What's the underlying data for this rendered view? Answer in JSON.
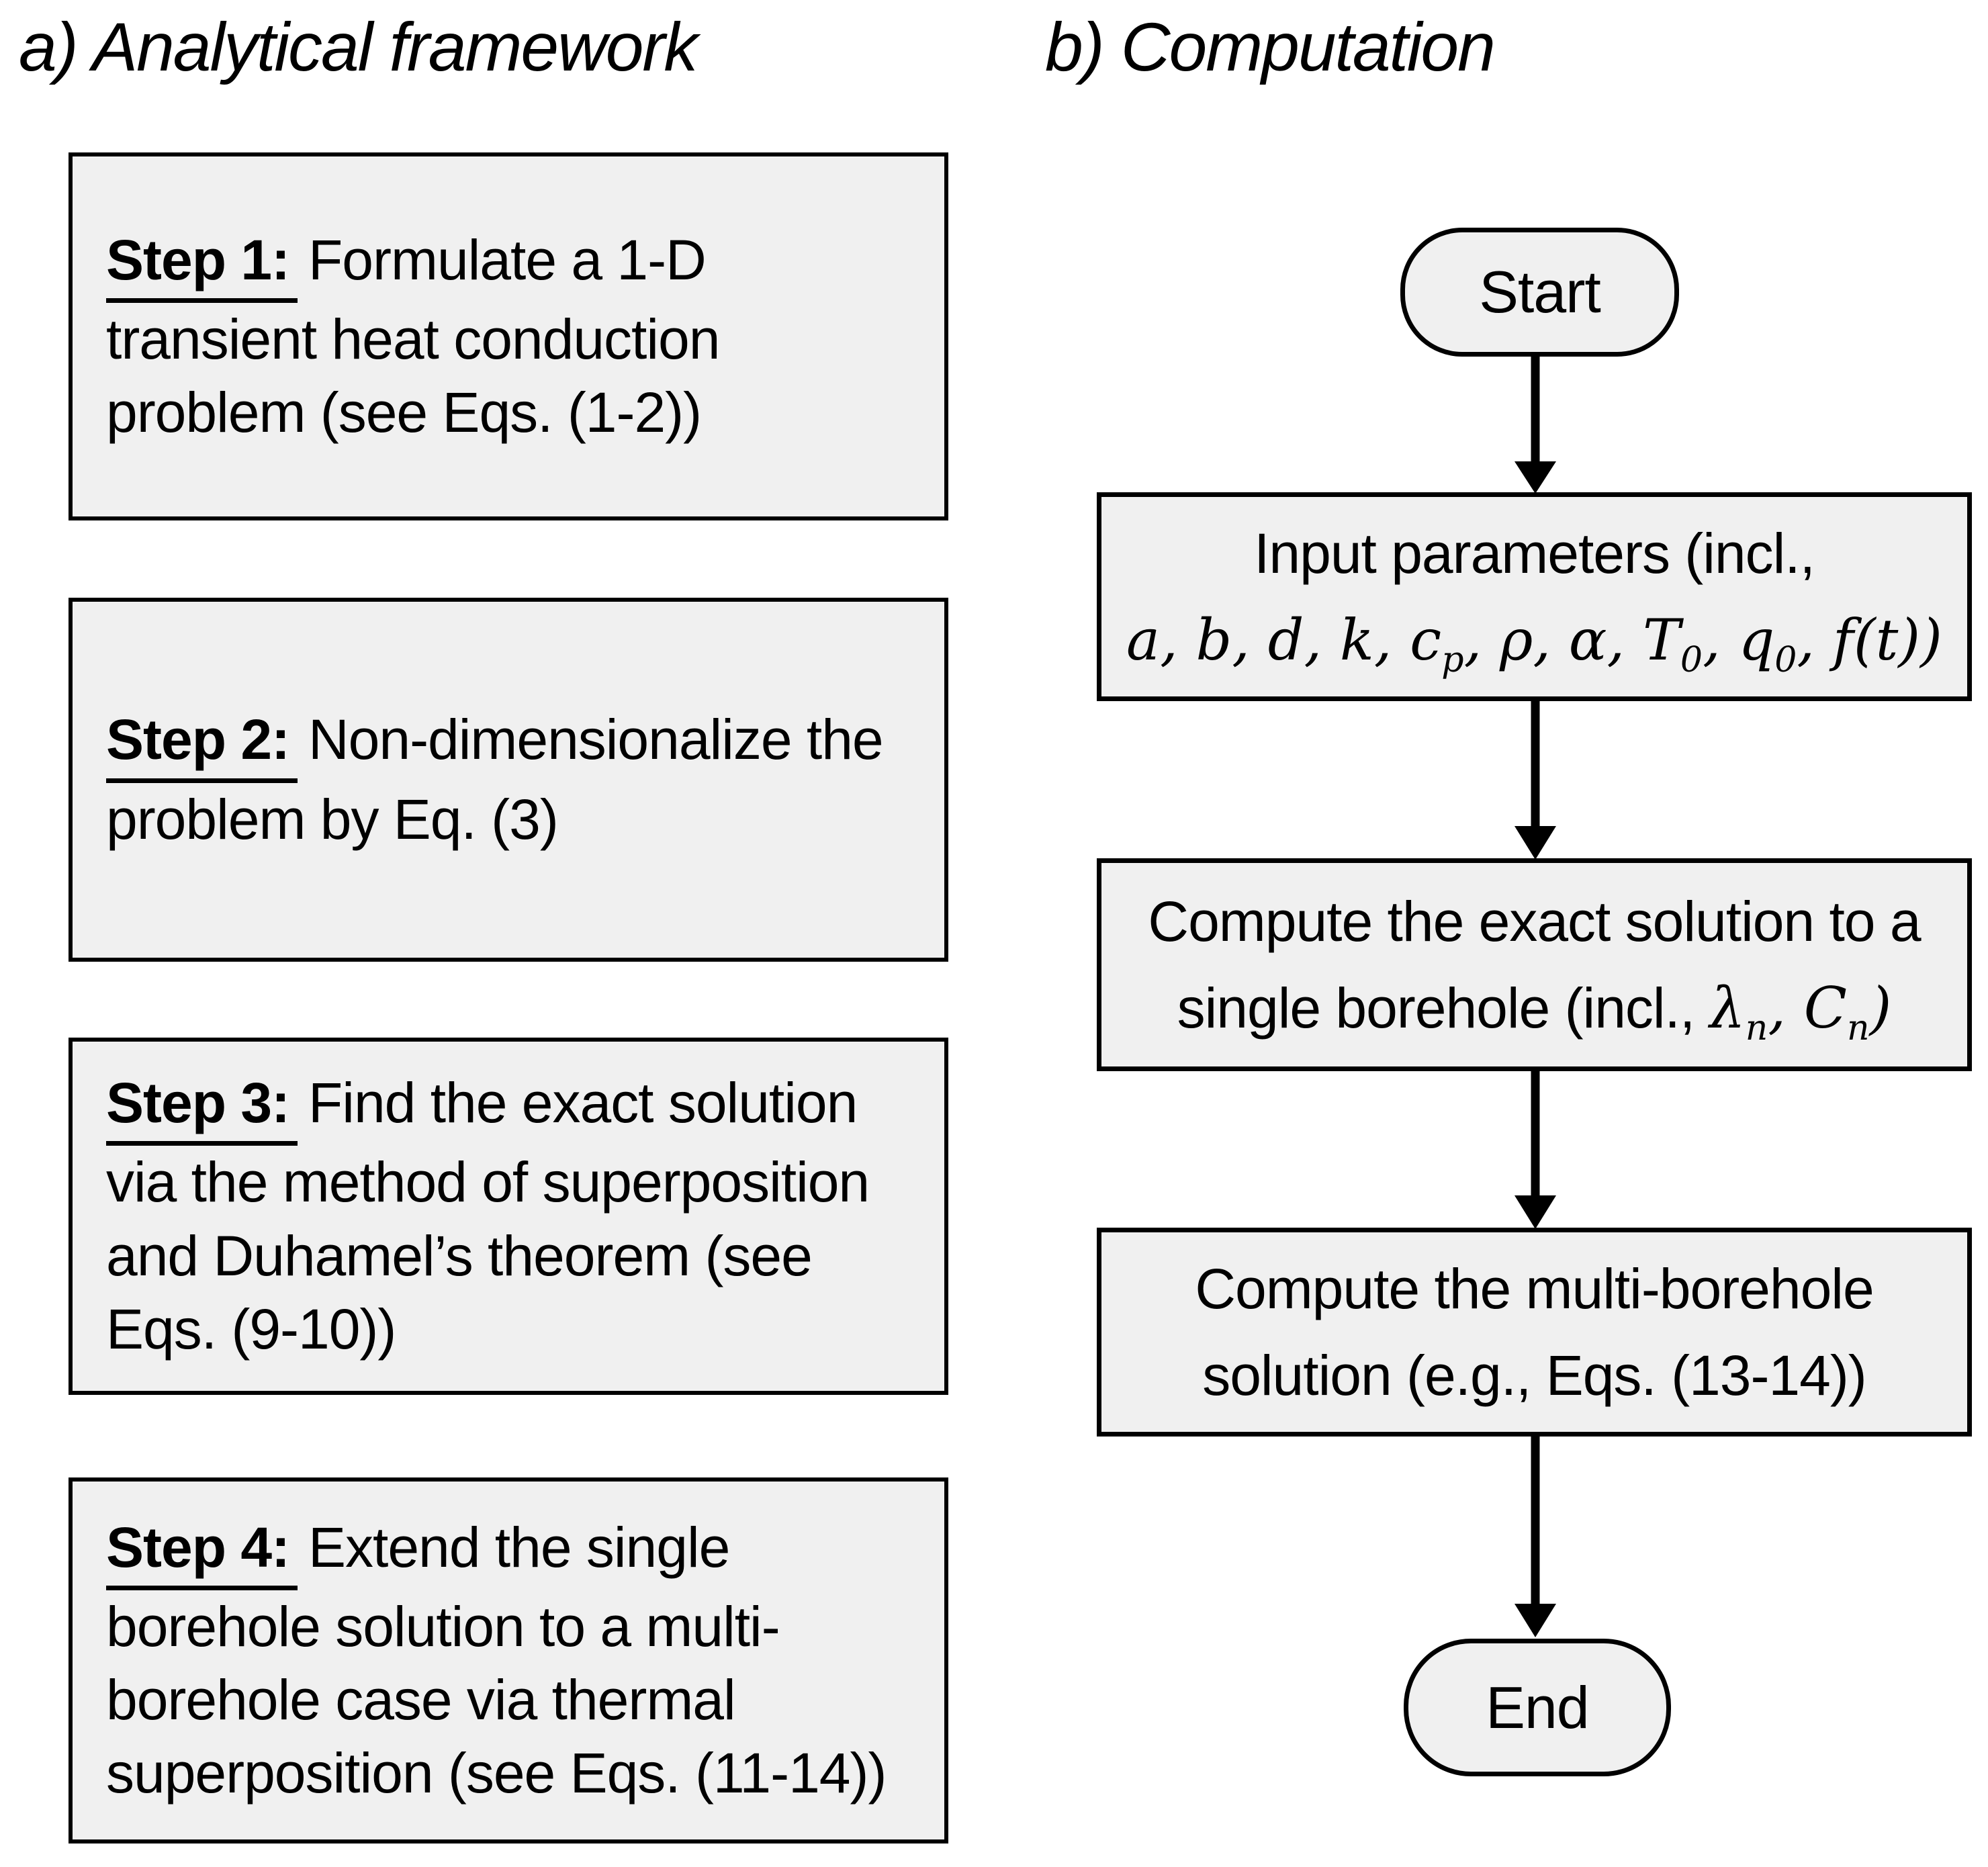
{
  "left_panel": {
    "title": "a) Analytical framework",
    "steps": [
      {
        "label": "Step 1:",
        "text": "Formulate a 1-D transient heat conduction problem (see Eqs. (1-2))"
      },
      {
        "label": "Step 2:",
        "text": "Non-dimensionalize the problem by Eq. (3)"
      },
      {
        "label": "Step 3:",
        "text": "Find the exact solution via the method of superposition and Duhamel’s theorem (see Eqs. (9-10))"
      },
      {
        "label": "Step 4:",
        "text": "Extend the single borehole solution to a multi-borehole case via thermal superposition (see Eqs. (11-14))"
      }
    ]
  },
  "right_panel": {
    "title": "b) Computation",
    "start_label": "Start",
    "end_label": "End",
    "boxes": {
      "input": {
        "lines": [
          [
            {
              "t": "Input parameters (incl.,"
            }
          ],
          [
            {
              "t": "a, b, d, k, c",
              "math": true
            },
            {
              "t": "p",
              "math": true,
              "sub": true
            },
            {
              "t": ", ρ, α, T",
              "math": true
            },
            {
              "t": "0",
              "math": true,
              "sub": true
            },
            {
              "t": ", q",
              "math": true
            },
            {
              "t": "0",
              "math": true,
              "sub": true
            },
            {
              "t": ", f(t))",
              "math": true
            }
          ]
        ]
      },
      "exact": {
        "lines": [
          [
            {
              "t": "Compute the exact solution to a"
            }
          ],
          [
            {
              "t": "single borehole (incl., "
            },
            {
              "t": "λ",
              "math": true
            },
            {
              "t": "n",
              "math": true,
              "sub": true
            },
            {
              "t": ", C",
              "math": true
            },
            {
              "t": "n",
              "math": true,
              "sub": true
            },
            {
              "t": ")",
              "math": true
            }
          ]
        ]
      },
      "multi": {
        "lines": [
          [
            {
              "t": "Compute the multi-borehole"
            }
          ],
          [
            {
              "t": "solution (e.g., Eqs. (13-14))"
            }
          ]
        ]
      }
    }
  },
  "colors": {
    "shape_fill": "#f0f0f0",
    "shape_border": "#000000",
    "text": "#000000",
    "background": "#ffffff"
  }
}
